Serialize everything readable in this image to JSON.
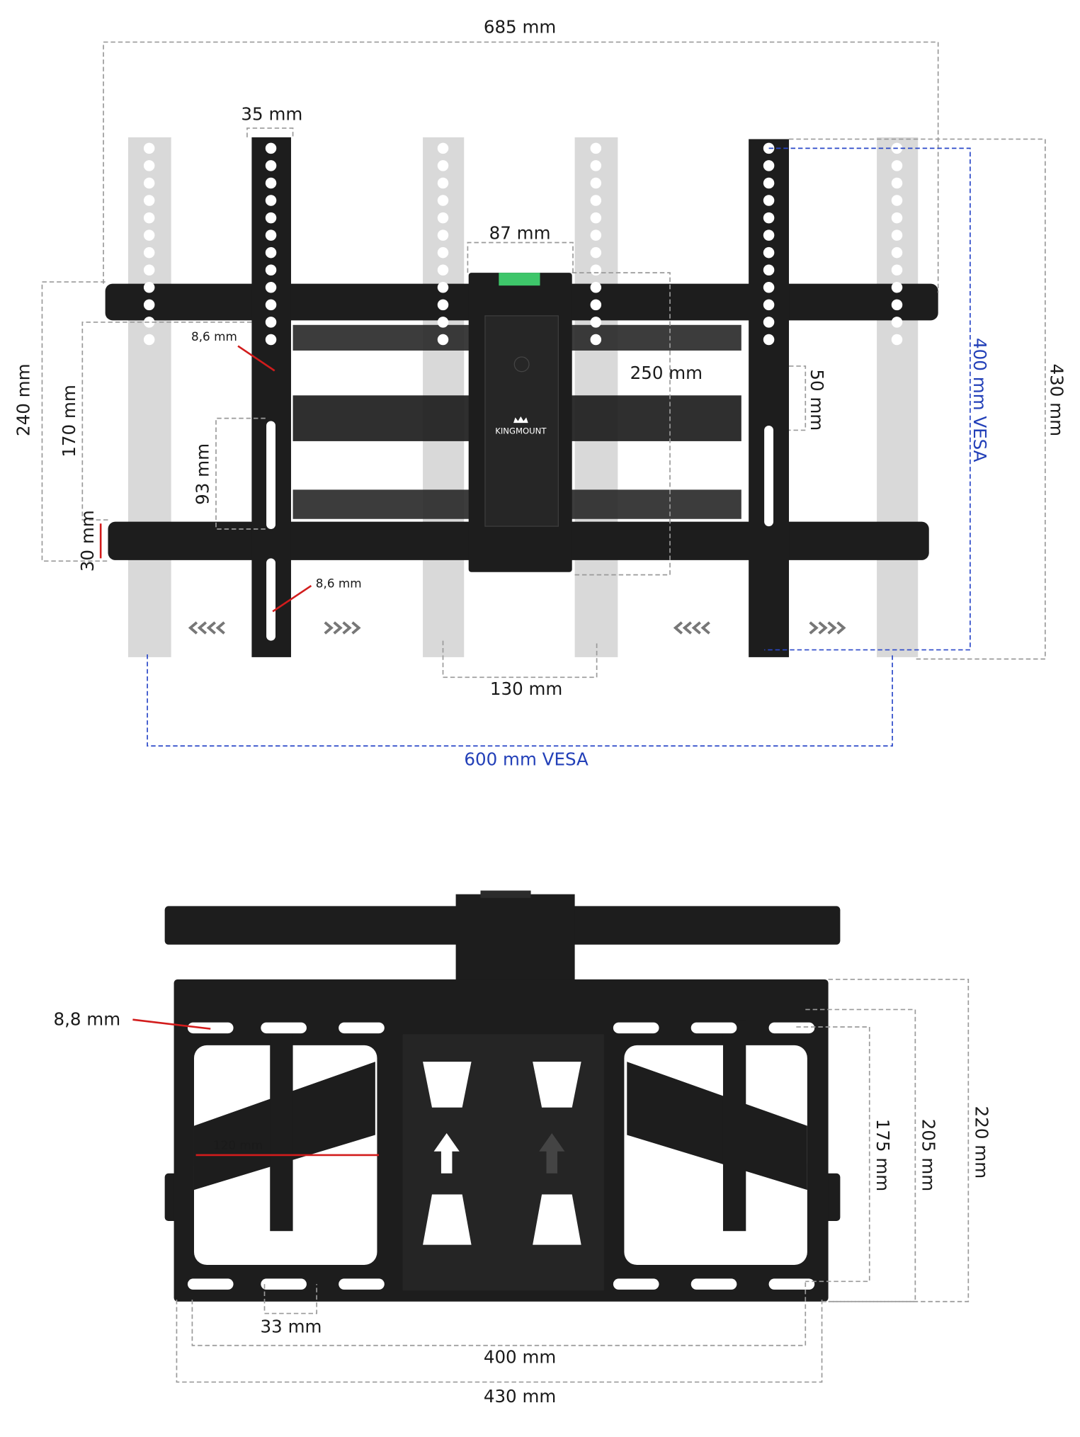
{
  "brand": {
    "logo_text": "KINGMOUNT"
  },
  "colors": {
    "vesa_blue": "#2a48c8",
    "arrow_red": "#d21c1c",
    "steel": "#1d1d1d",
    "ghost": "#d9d9d9"
  },
  "top_view": {
    "overall_width": "685 mm",
    "bracket_width": "35 mm",
    "plate_width": "87 mm",
    "hole_upper": "8,6 mm",
    "plate_depth": "250 mm",
    "slot_pitch": "50 mm",
    "vesa_height": "400 mm VESA",
    "overall_height": "430 mm",
    "rail_span": "240 mm",
    "rail_inner": "170 mm",
    "slot_length": "93 mm",
    "rail_thickness": "30 mm",
    "hole_lower": "8,6 mm",
    "min_spacing": "130 mm",
    "vesa_width": "600 mm VESA"
  },
  "bottom_view": {
    "hole_size": "8,8 mm",
    "arm_depth": "120 mm",
    "inner_height": "175 mm",
    "mid_height": "205 mm",
    "outer_height": "220 mm",
    "slot_width": "33 mm",
    "inner_width": "400 mm",
    "outer_width": "430 mm"
  }
}
